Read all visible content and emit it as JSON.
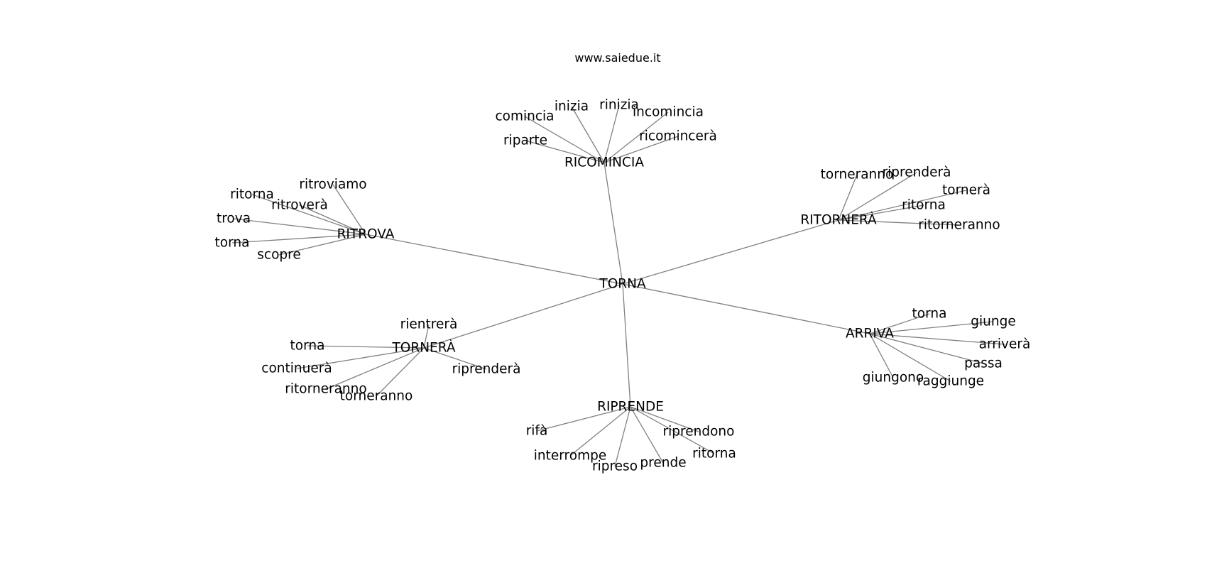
{
  "title": "www.saiedue.it",
  "graph": {
    "center": "TORNA",
    "clusters": [
      {
        "hub": "RICOMINCIA",
        "leaves": [
          "comincia",
          "inizia",
          "rinizia",
          "incomincia",
          "ricomincerà",
          "riparte"
        ]
      },
      {
        "hub": "RITORNERÀ",
        "leaves": [
          "torneranno",
          "riprenderà",
          "tornerà",
          "ritorna",
          "ritorneranno"
        ]
      },
      {
        "hub": "RITROVA",
        "leaves": [
          "ritroviamo",
          "ritorna",
          "ritroverà",
          "trova",
          "torna",
          "scopre"
        ]
      },
      {
        "hub": "TORNERÀ",
        "leaves": [
          "rientrerà",
          "torna",
          "continuerà",
          "ritorneranno",
          "torneranno",
          "riprenderà"
        ]
      },
      {
        "hub": "ARRIVA",
        "leaves": [
          "torna",
          "giunge",
          "arriverà",
          "passa",
          "raggiunge",
          "giungono"
        ]
      },
      {
        "hub": "RIPRENDE",
        "leaves": [
          "rifà",
          "interrompe",
          "ripreso",
          "prende",
          "riprendono",
          "ritorna"
        ]
      }
    ]
  }
}
